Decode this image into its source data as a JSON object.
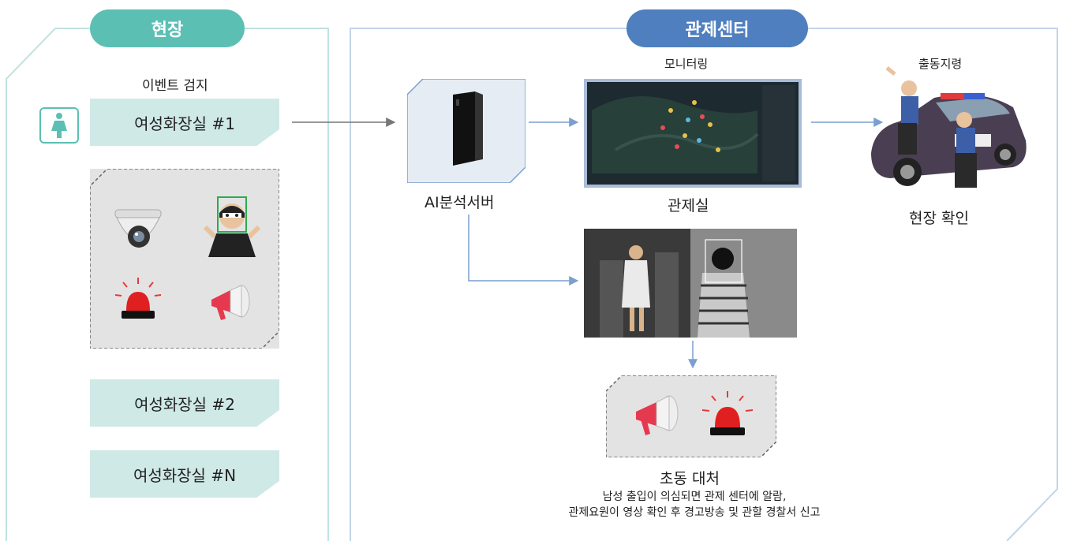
{
  "field": {
    "title": "현장",
    "event_label": "이벤트 검지",
    "rooms": [
      "여성화장실 #1",
      "여성화장실 #2",
      "여성화장실 #N"
    ],
    "woman_icon": "woman-restroom-icon",
    "devices": [
      "cctv-camera-icon",
      "masked-intruder-icon",
      "siren-icon",
      "megaphone-icon"
    ]
  },
  "control": {
    "title": "관제센터",
    "server_label": "AI분석서버",
    "monitoring_label": "모니터링",
    "control_room_label": "관제실",
    "dispatch_label": "출동지령",
    "site_check_label": "현장 확인",
    "response_title": "초동 대처",
    "response_desc_1": "남성 출입이 의심되면 관제 센터에 알람,",
    "response_desc_2": "관제요원이 영상 확인 후 경고방송 및 관할 경찰서 신고"
  },
  "colors": {
    "field_accent": "#5cbfb4",
    "control_accent": "#4f7fbf",
    "arrow": "#7a9fd0",
    "room_fill": "#cfe9e7"
  }
}
